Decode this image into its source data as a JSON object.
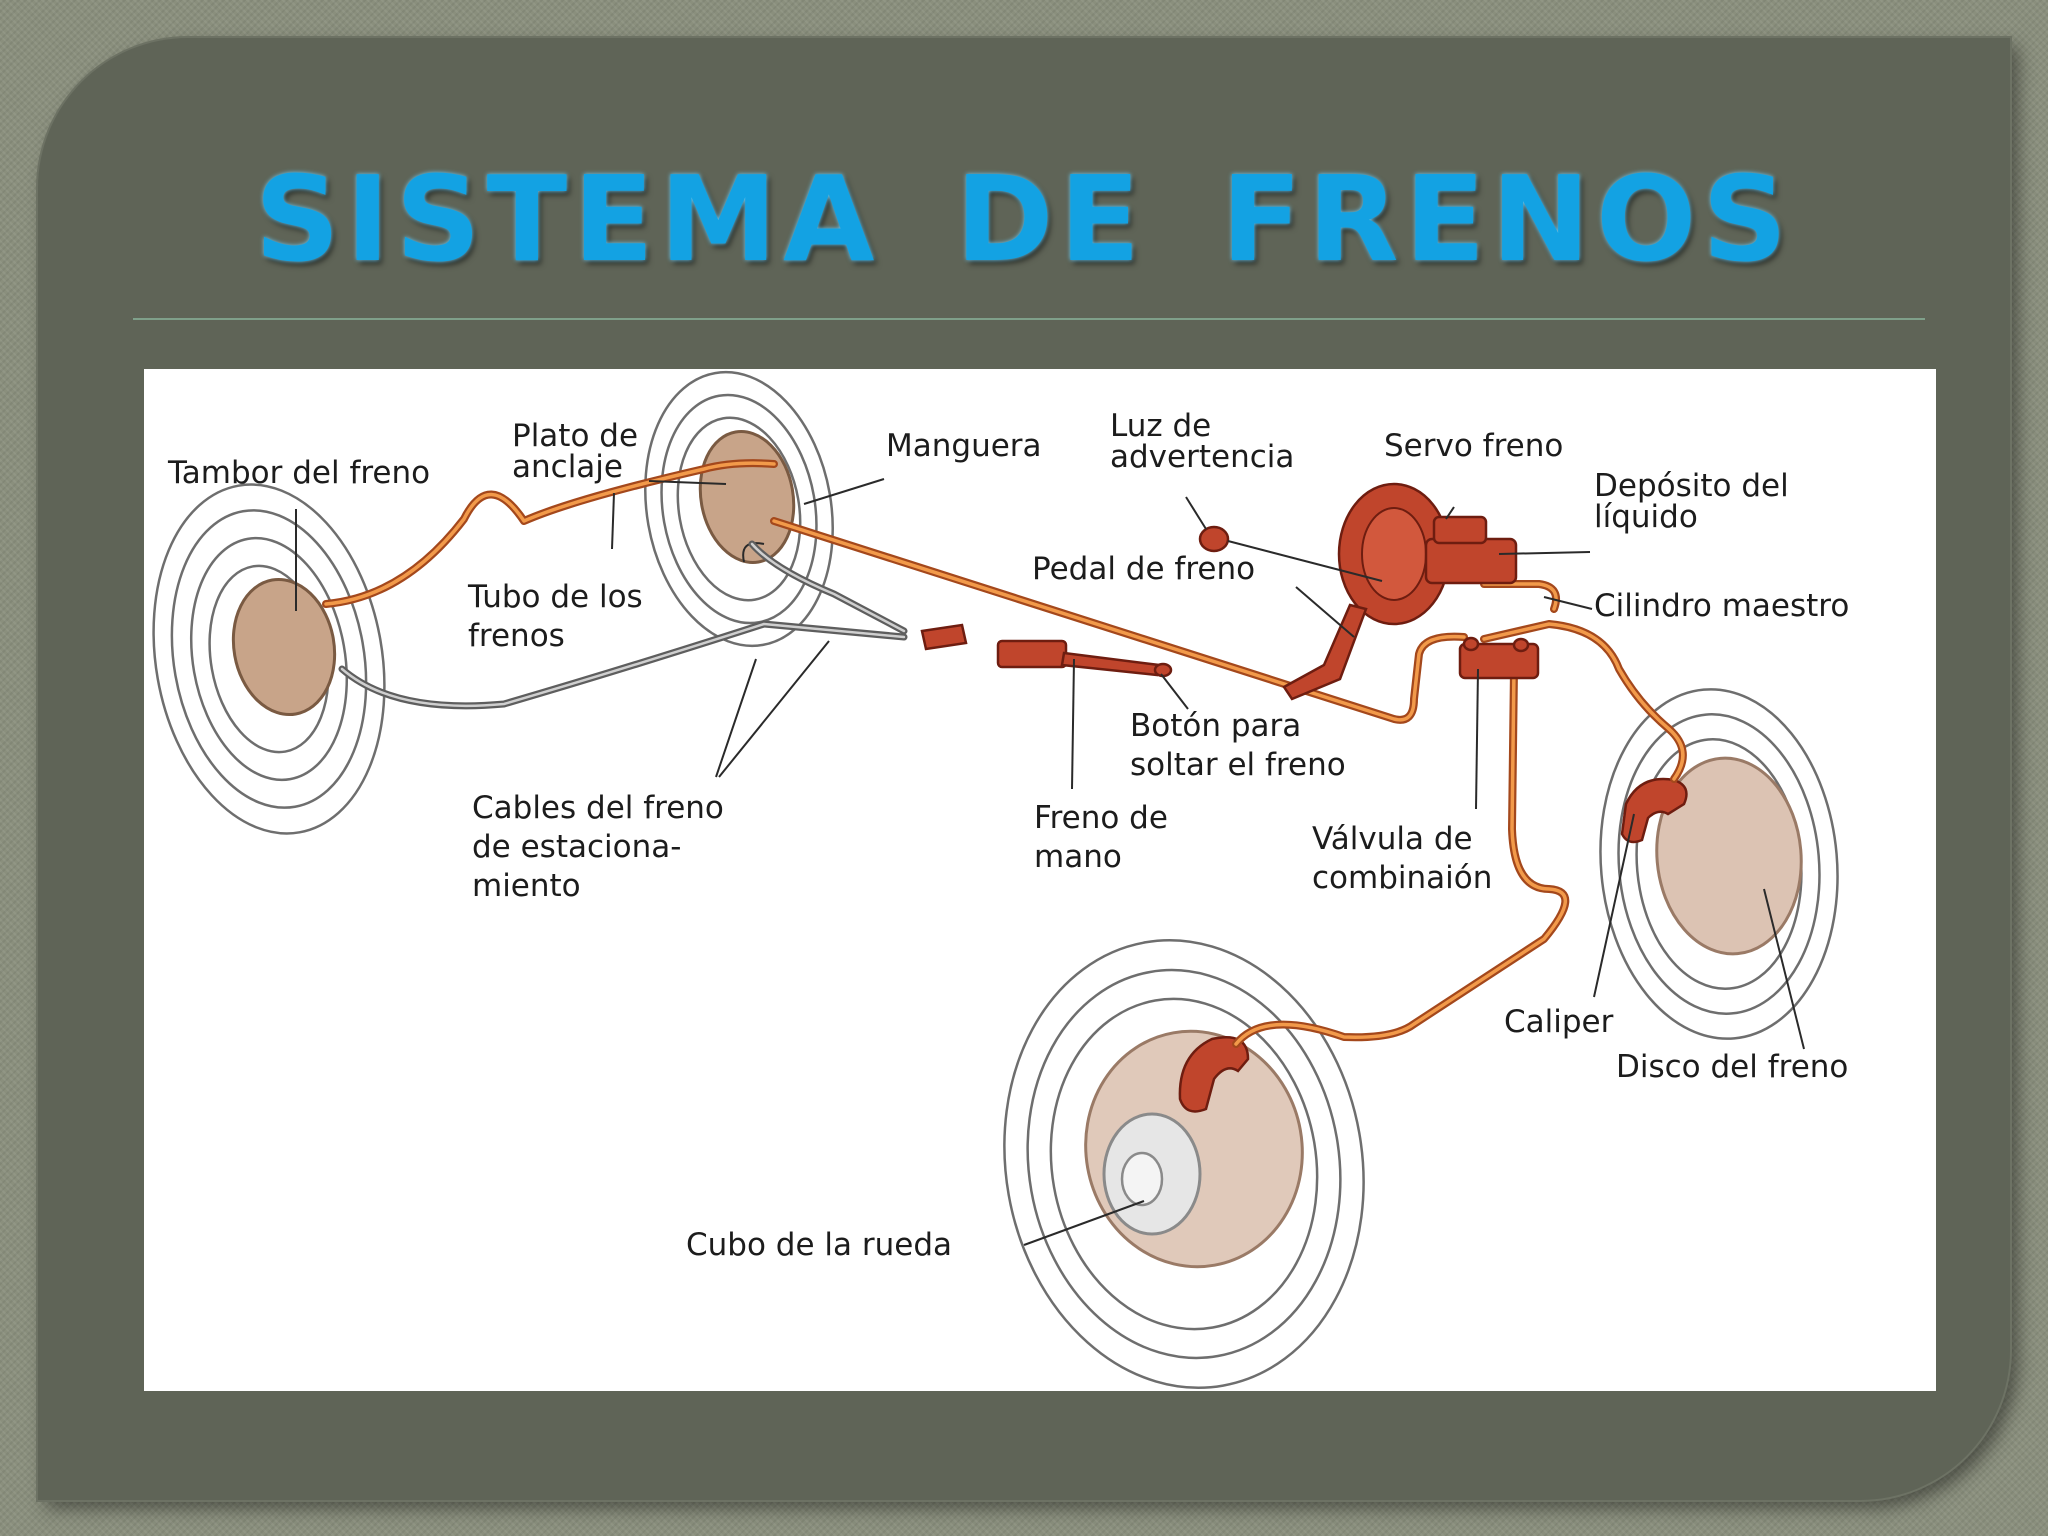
{
  "slide": {
    "title": "SISTEMA  DE  FRENOS",
    "colors": {
      "background": "#8a8f7d",
      "slide": "#5f6457",
      "title": "#13a2e3",
      "rule": "#7fa08a",
      "panel": "#ffffff",
      "brake_line": "#d9732e",
      "component": "#c0452c",
      "cable": "#8a8a8a"
    }
  },
  "diagram": {
    "labels": {
      "tambor_del_freno": "Tambor del freno",
      "plato_de_anclaje": [
        "Plato de",
        "anclaje"
      ],
      "manguera": "Manguera",
      "luz_de_advertencia": [
        "Luz de",
        "advertencia"
      ],
      "servo_freno": "Servo freno",
      "deposito_del_liquido": [
        "Depósito del",
        "líquido"
      ],
      "pedal_de_freno": "Pedal de freno",
      "cilindro_maestro": "Cilindro maestro",
      "tubo_de_los_frenos": [
        "Tubo de los",
        "frenos"
      ],
      "boton_para_soltar": [
        "Botón para",
        "soltar el freno"
      ],
      "cables_del_freno": [
        "Cables del freno",
        "de estaciona-",
        "miento"
      ],
      "freno_de_mano": [
        "Freno de",
        "mano"
      ],
      "valvula_de_combinacion": [
        "Válvula de",
        "combinaión"
      ],
      "caliper": "Caliper",
      "disco_del_freno": "Disco del freno",
      "cubo_de_la_rueda": "Cubo de la rueda"
    }
  }
}
